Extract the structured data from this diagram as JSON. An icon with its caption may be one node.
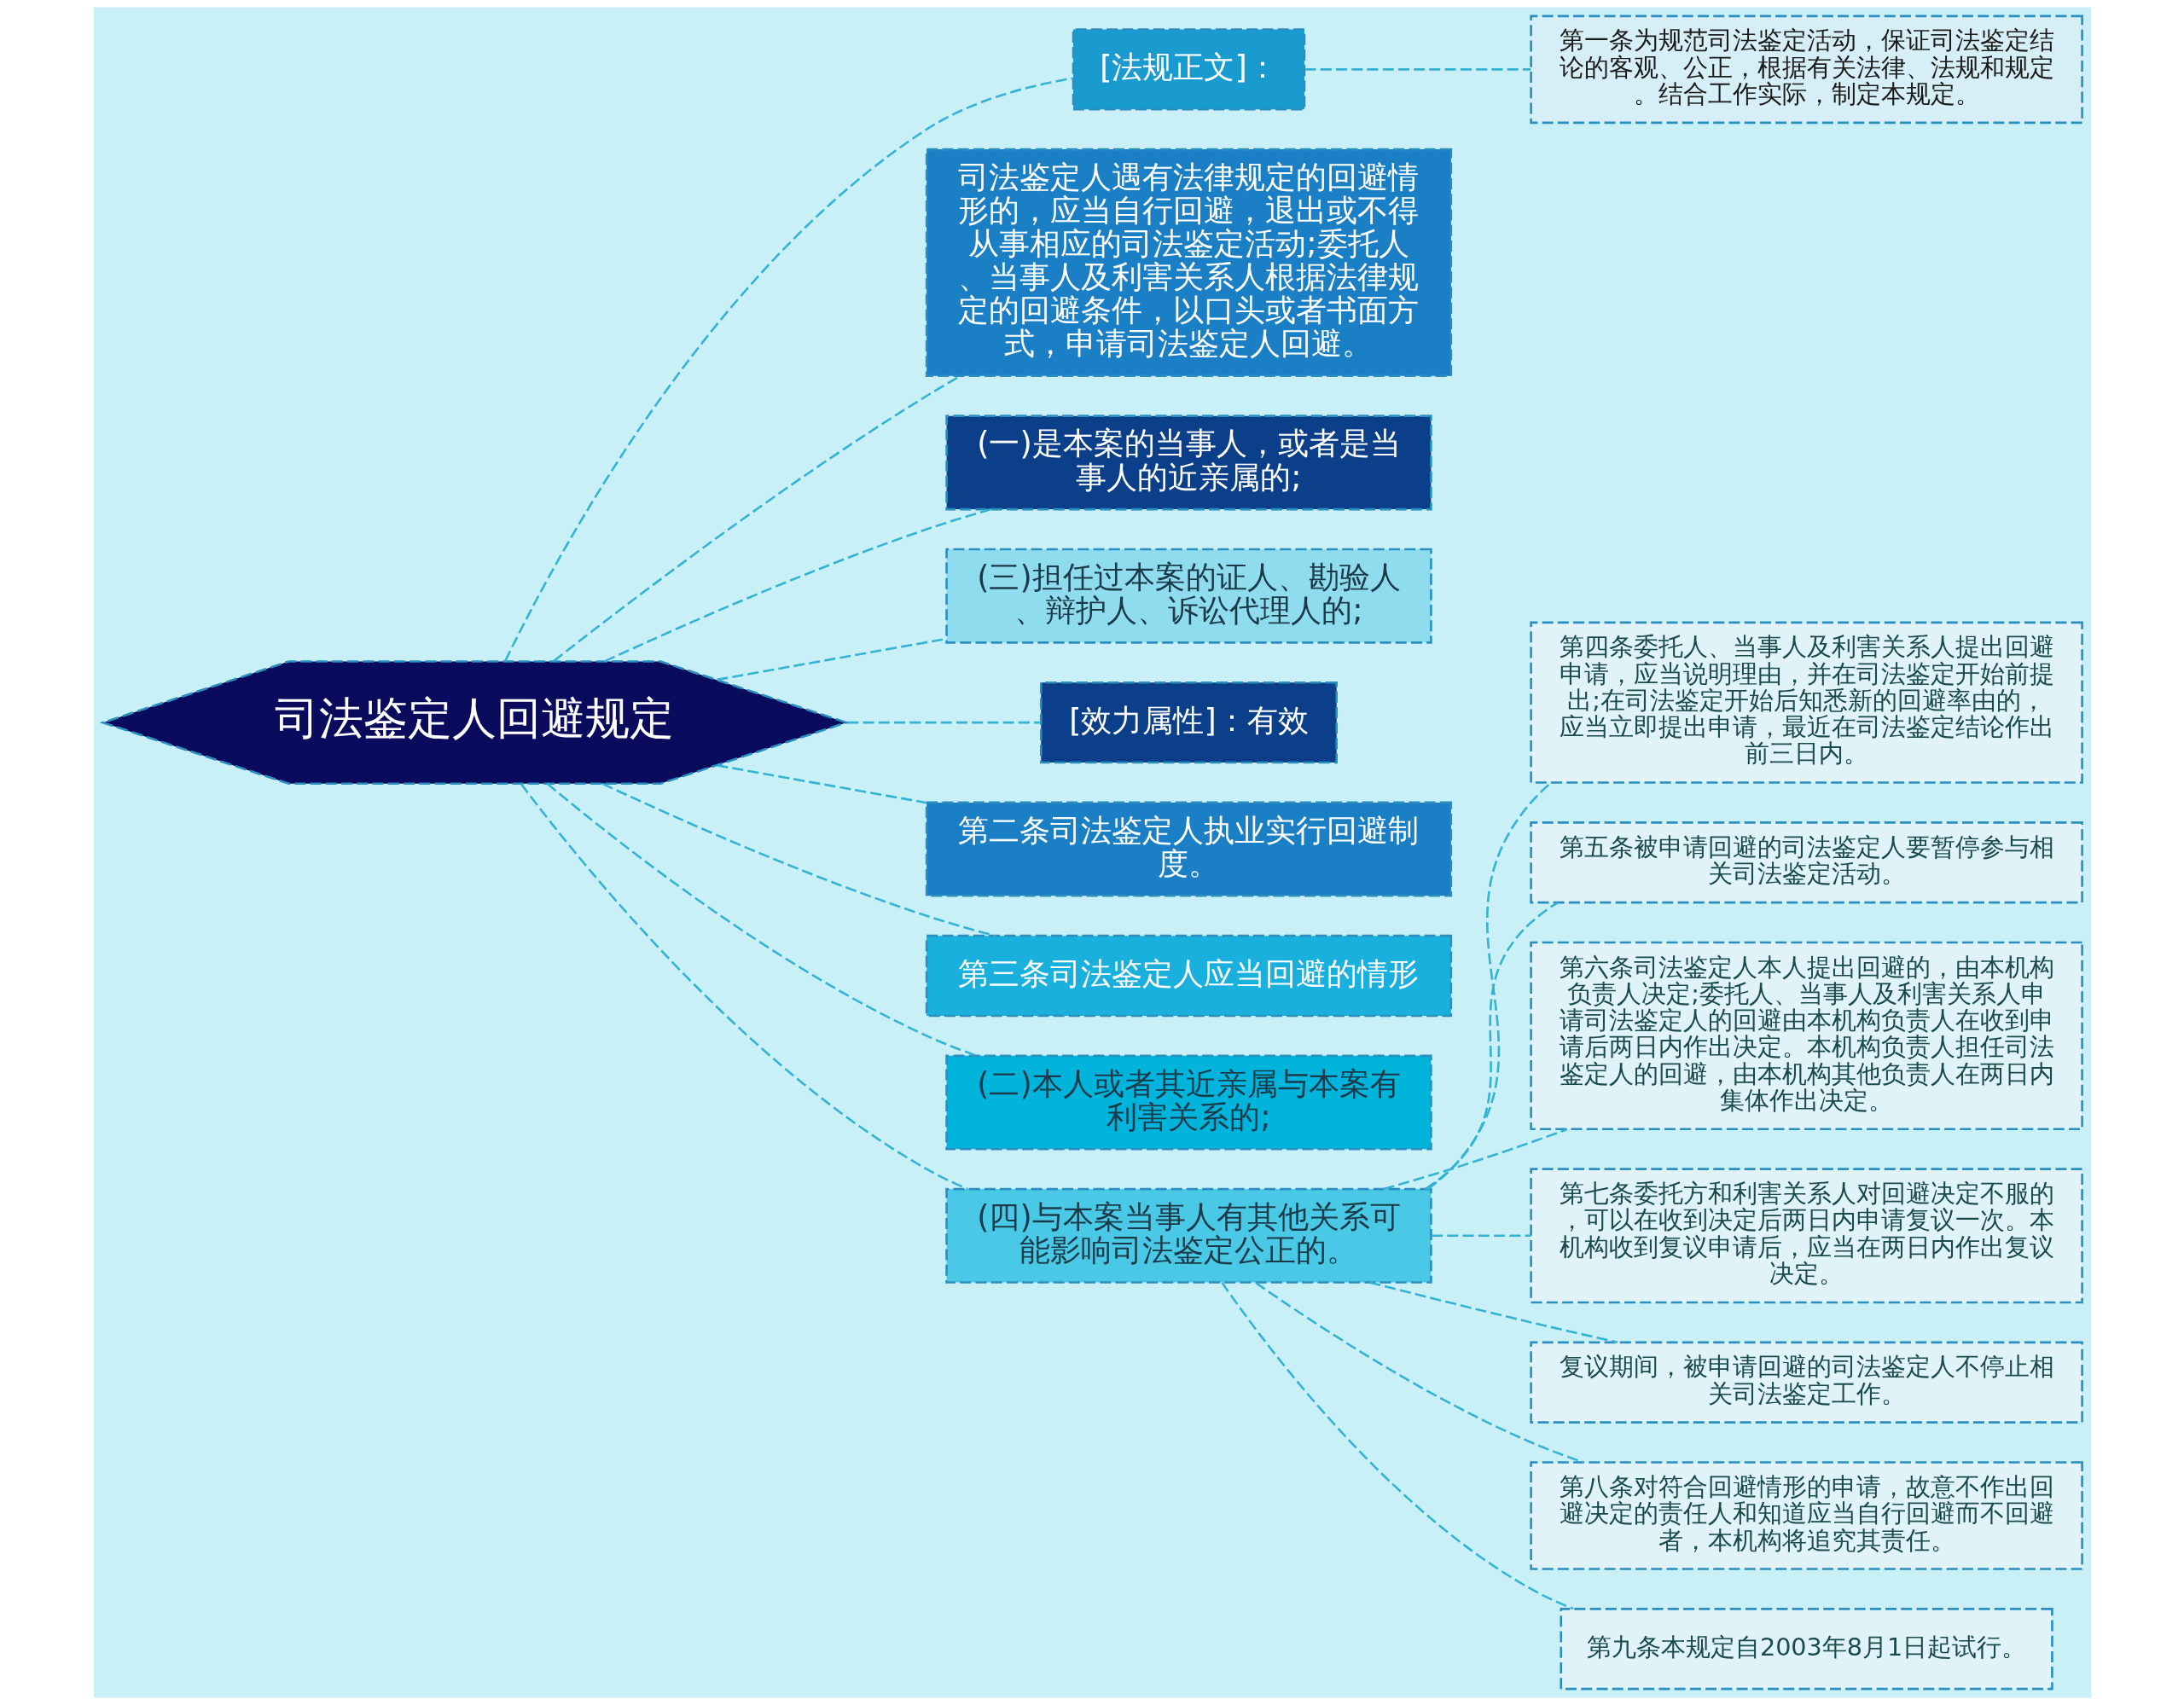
{
  "diagram": {
    "nodes": [
      {
        "text": [
          "司法鉴定人回避规定"
        ]
      },
      {
        "text": [
          "[法规正文]："
        ]
      },
      {
        "text": [
          "第一条为规范司法鉴定活动，保证司法鉴定结论的客观、公正，根据有关法律、法规和规定。结合工作实际，制定本规定。"
        ]
      },
      {
        "text": [
          "司法鉴定人遇有法律规定的回避情形的，应当自行回避，退出或不得从事相应的司法鉴定活动;委托人、当事人及利害关系人根据法律规定的回避条件，以口头或者书面方式，申请司法鉴定人回避。"
        ]
      },
      {
        "text": [
          "(一)是本案的当事人，或者是当事人的近亲属的;"
        ]
      },
      {
        "text": [
          "(三)担任过本案的证人、勘验人、辩护人、诉讼代理人的;"
        ]
      },
      {
        "text": [
          "[效力属性]：有效"
        ]
      },
      {
        "text": [
          "第二条司法鉴定人执业实行回避制度。"
        ]
      },
      {
        "text": [
          "第三条司法鉴定人应当回避的情形"
        ]
      },
      {
        "text": [
          "(二)本人或者其近亲属与本案有利害关系的;"
        ]
      },
      {
        "text": [
          "(四)与本案当事人有其他关系可能影响司法鉴定公正的。"
        ]
      },
      {
        "text": [
          "第四条委托人、当事人及利害关系人提出回避申请，应当说明理由，并在司法鉴定开始前提出;在司法鉴定开始后知悉新的回避率由的，应当立即提出申请，最近在司法鉴定结论作出前三日内。"
        ]
      },
      {
        "text": [
          "第五条被申请回避的司法鉴定人要暂停参与相关司法鉴定活动。"
        ]
      },
      {
        "text": [
          "第六条司法鉴定人本人提出回避的，由本机构负责人决定;委托人、当事人及利害关系人申请司法鉴定人的回避由本机构负责人在收到申请后两日内作出决定。本机构负责人担任司法鉴定人的回避，由本机构其他负责人在两日内集体作出决定。"
        ]
      },
      {
        "text": [
          "第七条委托方和利害关系人对回避决定不服的，可以在收到决定后两日内申请复议一次。本机构收到复议申请后，应当在两日内作出复议决定。"
        ]
      },
      {
        "text": [
          "复议期间，被申请回避的司法鉴定人不停止相关司法鉴定工作。"
        ]
      },
      {
        "text": [
          "第八条对符合回避情形的申请，故意不作出回避决定的责任人和知道应当自行回避而不回避者，本机构将追究其责任。"
        ]
      },
      {
        "text": [
          "第九条本规定自2003年8月1日起试行。"
        ]
      }
    ],
    "edges": [
      {
        "from": 0,
        "to": 1,
        "arrow": "none",
        "style": "dashed"
      },
      {
        "from": 1,
        "to": 2,
        "arrow": "none",
        "style": "dashed"
      },
      {
        "from": 0,
        "to": 3,
        "arrow": "none",
        "style": "dashed"
      },
      {
        "from": 0,
        "to": 4,
        "arrow": "none",
        "style": "dashed"
      },
      {
        "from": 0,
        "to": 5,
        "arrow": "none",
        "style": "dashed"
      },
      {
        "from": 0,
        "to": 6,
        "arrow": "none",
        "style": "dashed"
      },
      {
        "from": 0,
        "to": 7,
        "arrow": "none",
        "style": "dashed"
      },
      {
        "from": 0,
        "to": 8,
        "arrow": "none",
        "style": "dashed"
      },
      {
        "from": 0,
        "to": 9,
        "arrow": "none",
        "style": "dashed"
      },
      {
        "from": 0,
        "to": 10,
        "arrow": "none",
        "style": "dashed"
      },
      {
        "from": 10,
        "to": 11,
        "arrow": "none",
        "style": "dashed"
      },
      {
        "from": 10,
        "to": 12,
        "arrow": "none",
        "style": "dashed"
      },
      {
        "from": 10,
        "to": 13,
        "arrow": "none",
        "style": "dashed"
      },
      {
        "from": 10,
        "to": 14,
        "arrow": "none",
        "style": "dashed"
      },
      {
        "from": 10,
        "to": 15,
        "arrow": "none",
        "style": "dashed"
      },
      {
        "from": 10,
        "to": 16,
        "arrow": "none",
        "style": "dashed"
      },
      {
        "from": 10,
        "to": 17,
        "arrow": "none",
        "style": "dashed"
      }
    ]
  }
}
